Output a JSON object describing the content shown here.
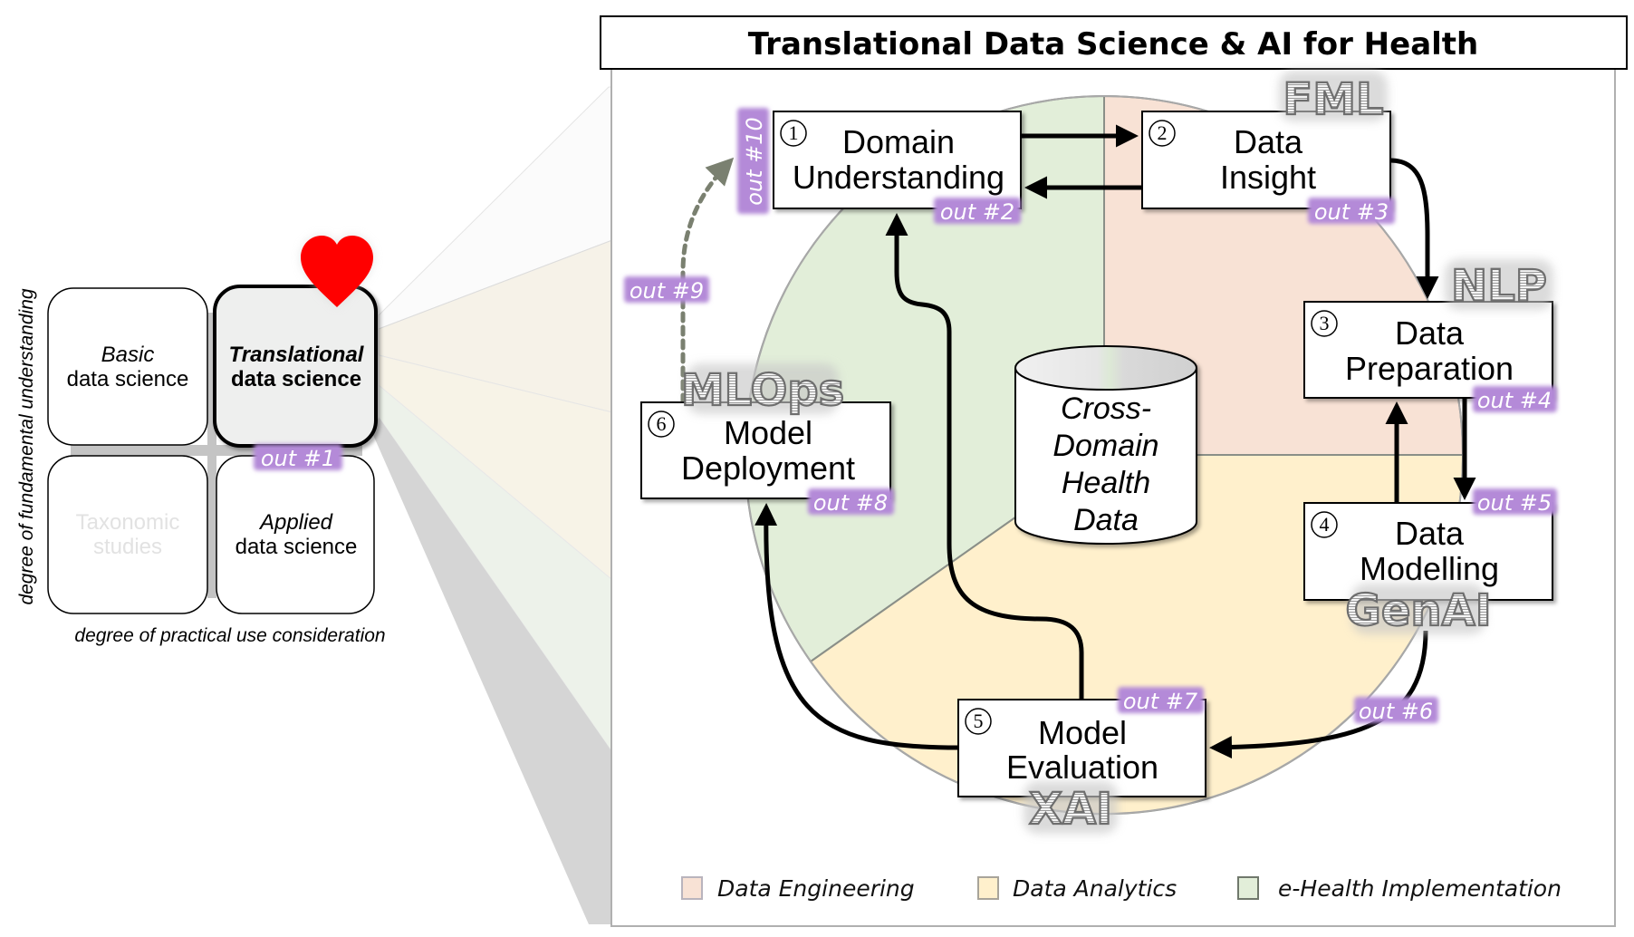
{
  "title": "Translational Data Science & AI for Health",
  "quadrant": {
    "y_axis_label": "degree of fundamental understanding",
    "x_axis_label": "degree of practical use consideration",
    "cells": [
      {
        "id": "basic",
        "line1": "Basic",
        "line2": "data science",
        "highlighted": false,
        "faded": false
      },
      {
        "id": "translational",
        "line1": "Translational",
        "line2": "data science",
        "highlighted": true,
        "faded": false
      },
      {
        "id": "taxonomic",
        "line1": "Taxonomic",
        "line2": "studies",
        "highlighted": false,
        "faded": true
      },
      {
        "id": "applied",
        "line1": "Applied",
        "line2": "data science",
        "highlighted": false,
        "faded": false
      }
    ],
    "heart_icon": "heart-icon",
    "out_label": "out #1"
  },
  "center": {
    "lines": [
      "Cross-",
      "Domain",
      "Health",
      "Data"
    ]
  },
  "steps": [
    {
      "num": "1",
      "line1": "Domain",
      "line2": "Understanding",
      "out": "out #2"
    },
    {
      "num": "2",
      "line1": "Data",
      "line2": "Insight",
      "out": "out #3"
    },
    {
      "num": "3",
      "line1": "Data",
      "line2": "Preparation",
      "out": "out #4"
    },
    {
      "num": "4",
      "line1": "Data",
      "line2": "Modelling",
      "out": "out #5"
    },
    {
      "num": "5",
      "line1": "Model",
      "line2": "Evaluation",
      "out": "out #7"
    },
    {
      "num": "6",
      "line1": "Model",
      "line2": "Deployment",
      "out": "out #8"
    }
  ],
  "extra_outs": {
    "out6": "out #6",
    "out9": "out #9",
    "out10": "out #10"
  },
  "badges": {
    "fml": "FML",
    "nlp": "NLP",
    "mlops": "MLOps",
    "genai": "GenAI",
    "xai": "XAI"
  },
  "legend": [
    {
      "label": "Data Engineering",
      "color": "#f8e2d5",
      "border": "#b9b4bd"
    },
    {
      "label": "Data Analytics",
      "color": "#fff0cc",
      "border": "#a8a49a"
    },
    {
      "label": "e-Health Implementation",
      "color": "#e2eed9",
      "border": "#70786c"
    }
  ],
  "colors": {
    "engineering": "#f8e2d5",
    "analytics": "#fff0cc",
    "ehealth": "#e2eed9",
    "out_label_bg": "#b48ad8",
    "heart": "#ff0000"
  }
}
